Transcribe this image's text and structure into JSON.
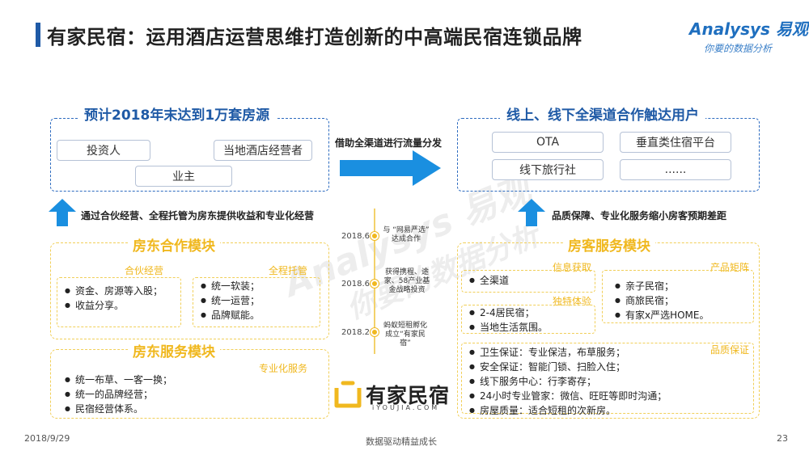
{
  "header": {
    "title": "有家民宿：运用酒店运营思维打造创新的中高端民宿连锁品牌",
    "brand_main": "Analysys 易观",
    "brand_sub": "你要的数据分析"
  },
  "left_top": {
    "title": "预计2018年末达到1万套房源",
    "items": [
      "投资人",
      "当地酒店经营者",
      "业主"
    ]
  },
  "right_top": {
    "title": "线上、线下全渠道合作触达用户",
    "items": [
      "OTA",
      "垂直类住宿平台",
      "线下旅行社",
      "......"
    ]
  },
  "middle_arrow_label": "借助全渠道进行流量分发",
  "left_note": "通过合伙经营、全程托管为房东提供收益和专业化经营",
  "right_note": "品质保障、专业化服务缩小房客预期差距",
  "landlord_coop": {
    "title": "房东合作模块",
    "groups": [
      {
        "tag": "合伙经营",
        "bullets": [
          "资金、房源等入股；",
          "收益分享。"
        ]
      },
      {
        "tag": "全程托管",
        "bullets": [
          "统一软装；",
          "统一运营；",
          "品牌赋能。"
        ]
      }
    ]
  },
  "landlord_service": {
    "title": "房东服务模块",
    "tag": "专业化服务",
    "bullets": [
      "统一布草、一客一换；",
      "统一的品牌经营；",
      "民宿经营体系。"
    ]
  },
  "guest_service": {
    "title": "房客服务模块",
    "info": {
      "tag": "信息获取",
      "bullets": [
        "全渠道"
      ]
    },
    "product": {
      "tag": "产品矩阵",
      "bullets": [
        "亲子民宿；",
        "商旅民宿；",
        "有家x严选HOME。"
      ]
    },
    "experience": {
      "tag": "独特体验",
      "bullets": [
        "2-4居民宿；",
        "当地生活氛围。"
      ]
    },
    "quality": {
      "tag": "品质保证",
      "bullets": [
        "卫生保证：专业保洁，布草服务；",
        "安全保证：智能门锁、扫脸入住；",
        "线下服务中心：行李寄存；",
        "24小时专业管家：微信、旺旺等即时沟通；",
        "房屋质量：适合短租的次新房。"
      ]
    }
  },
  "timeline": [
    {
      "date": "2018.6",
      "text": "与 “网易严选” 达成合作"
    },
    {
      "date": "2018.6",
      "text": "获得携程、途家、58产业基金战略投资"
    },
    {
      "date": "2018.2",
      "text": "蚂蚁短租孵化成立“有家民宿”"
    }
  ],
  "logo": {
    "name": "有家民宿",
    "url_text": "iYOUJIA.COM"
  },
  "footer": {
    "date": "2018/9/29",
    "center": "数据驱动精益成长",
    "page": "23"
  },
  "watermark": {
    "main": "Analysys 易观",
    "sub": "你要的数据分析"
  },
  "colors": {
    "blue": "#1f5aa6",
    "yellow": "#f0b81f",
    "arrow": "#1a8fe0"
  }
}
